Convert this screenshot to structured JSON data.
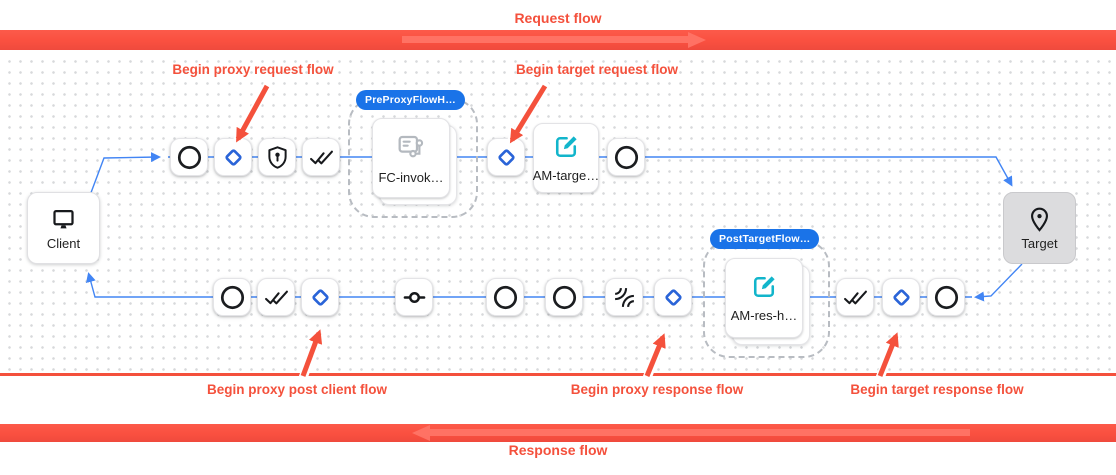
{
  "header": {
    "request_flow_label": "Request flow"
  },
  "footer": {
    "response_flow_label": "Response flow"
  },
  "annotations": {
    "proxy_request": "Begin proxy request flow",
    "target_request": "Begin target request flow",
    "proxy_post_client": "Begin proxy post client flow",
    "proxy_response": "Begin proxy response flow",
    "target_response": "Begin target response flow"
  },
  "badges": {
    "pre_proxy_flow_hook": "PreProxyFlowH…",
    "post_target_flow_hook": "PostTargetFlow…"
  },
  "nodes": {
    "client": {
      "label": "Client",
      "icon": "monitor-icon"
    },
    "target": {
      "label": "Target",
      "icon": "location-pin-icon"
    },
    "fc_invoke": {
      "label": "FC-invok…",
      "icon": "flow-callout-icon"
    },
    "am_target": {
      "label": "AM-targe…",
      "icon": "assign-message-edit-icon"
    },
    "am_response_hook": {
      "label": "AM-res-h…",
      "icon": "assign-message-edit-icon"
    }
  },
  "flows": {
    "request_steps": [
      "flow-marker-circle",
      "condition-diamond",
      "verify-api-key-shield",
      "done-all-check",
      "condition-diamond",
      "flow-marker-circle"
    ],
    "response_steps": [
      "flow-marker-circle",
      "done-all-check",
      "condition-diamond",
      "commit-marker",
      "flow-marker-circle",
      "flow-marker-circle",
      "leak-signal",
      "condition-diamond",
      "done-all-check",
      "condition-diamond",
      "flow-marker-circle"
    ]
  },
  "colors": {
    "accent_red": "#f4503c",
    "band_red": "#fa5040",
    "badge_blue": "#1a73e8",
    "flow_line_blue": "#4285f4",
    "diamond_blue": "#2a64d8",
    "teal_icon": "#12b5cb"
  }
}
